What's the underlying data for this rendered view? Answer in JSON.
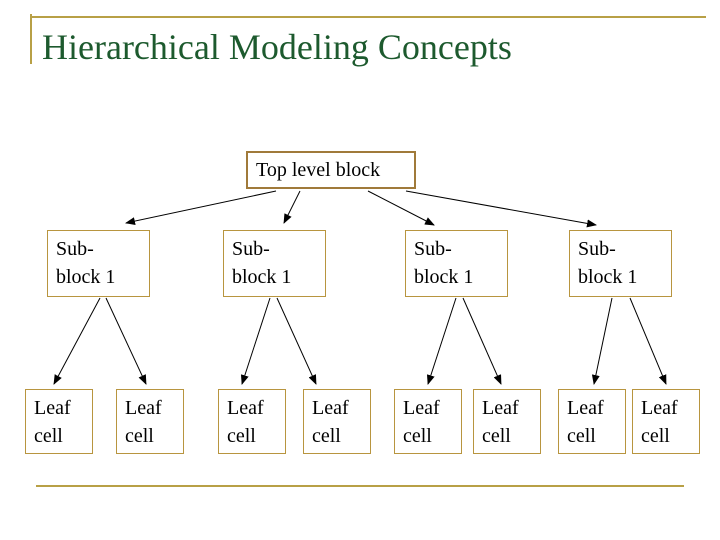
{
  "slide": {
    "title": "Hierarchical Modeling Concepts"
  },
  "diagram": {
    "top": {
      "label": "Top level block"
    },
    "subblocks": [
      {
        "line1": "Sub-",
        "line2": "block 1"
      },
      {
        "line1": "Sub-",
        "line2": "block 1"
      },
      {
        "line1": "Sub-",
        "line2": "block 1"
      },
      {
        "line1": "Sub-",
        "line2": "block 1"
      }
    ],
    "leaves": [
      {
        "line1": "Leaf",
        "line2": "cell"
      },
      {
        "line1": "Leaf",
        "line2": "cell"
      },
      {
        "line1": "Leaf",
        "line2": "cell"
      },
      {
        "line1": "Leaf",
        "line2": "cell"
      },
      {
        "line1": "Leaf",
        "line2": "cell"
      },
      {
        "line1": "Leaf",
        "line2": "cell"
      },
      {
        "line1": "Leaf",
        "line2": "cell"
      },
      {
        "line1": "Leaf",
        "line2": "cell"
      }
    ]
  },
  "colors": {
    "title": "#1d5a2e",
    "accent": "#b8a046",
    "box_border": "#b8953f"
  }
}
